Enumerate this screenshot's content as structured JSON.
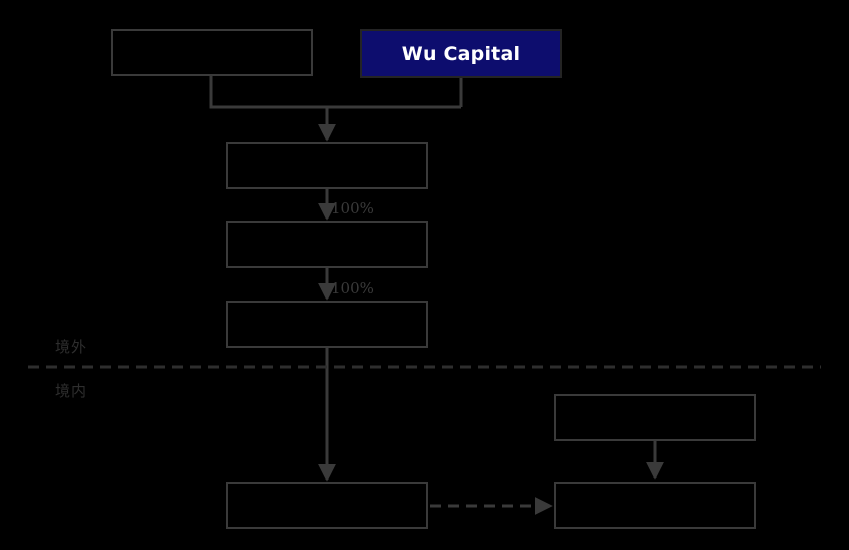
{
  "diagram": {
    "background_color": "#000000",
    "line_color": "#3a3a3a",
    "highlight_color": "#0d0d6e",
    "highlight_text_color": "#ffffff",
    "boundary": {
      "style": "dashed",
      "above_label": "境外",
      "below_label": "境内"
    },
    "nodes": [
      {
        "id": "top-left",
        "label": ""
      },
      {
        "id": "wu-capital",
        "label": "Wu Capital"
      },
      {
        "id": "tier1",
        "label": ""
      },
      {
        "id": "tier2",
        "label": ""
      },
      {
        "id": "tier3",
        "label": ""
      },
      {
        "id": "bottom-left",
        "label": ""
      },
      {
        "id": "right-upper",
        "label": ""
      },
      {
        "id": "bottom-right",
        "label": ""
      }
    ],
    "edge_labels": [
      {
        "id": "pct-tier1-tier2",
        "text": "100%"
      },
      {
        "id": "pct-tier2-tier3",
        "text": "100%"
      }
    ]
  }
}
